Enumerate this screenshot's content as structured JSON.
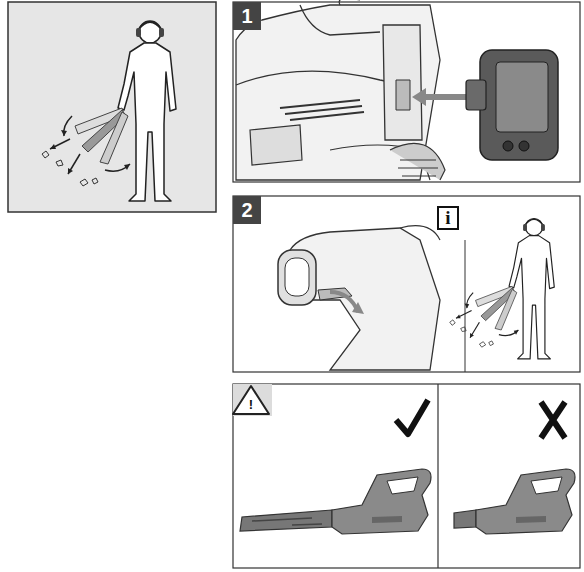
{
  "diagram": {
    "labels": [
      "1",
      "2",
      "i",
      "!"
    ]
  }
}
